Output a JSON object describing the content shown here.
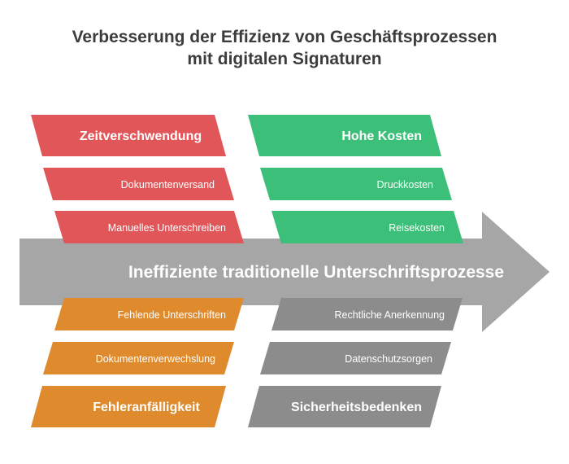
{
  "title": {
    "line1": "Verbesserung der Effizienz von Geschäftsprozessen",
    "line2": "mit digitalen Signaturen"
  },
  "spine": {
    "label": "Ineffiziente traditionelle Unterschriftsprozesse",
    "color": "#a6a6a6"
  },
  "categories": {
    "top_left": {
      "heading": "Zeitverschwendung",
      "color": "#e15759",
      "items": [
        "Dokumentenversand",
        "Manuelles Unterschreiben"
      ]
    },
    "top_right": {
      "heading": "Hohe Kosten",
      "color": "#3cbf78",
      "items": [
        "Druckkosten",
        "Reisekosten"
      ]
    },
    "bottom_left": {
      "heading": "Fehleranfälligkeit",
      "color": "#e08a2e",
      "items": [
        "Fehlende Unterschriften",
        "Dokumentenverwechslung"
      ]
    },
    "bottom_right": {
      "heading": "Sicherheitsbedenken",
      "color": "#8c8c8c",
      "items": [
        "Rechtliche Anerkennung",
        "Datenschutzsorgen"
      ]
    }
  }
}
